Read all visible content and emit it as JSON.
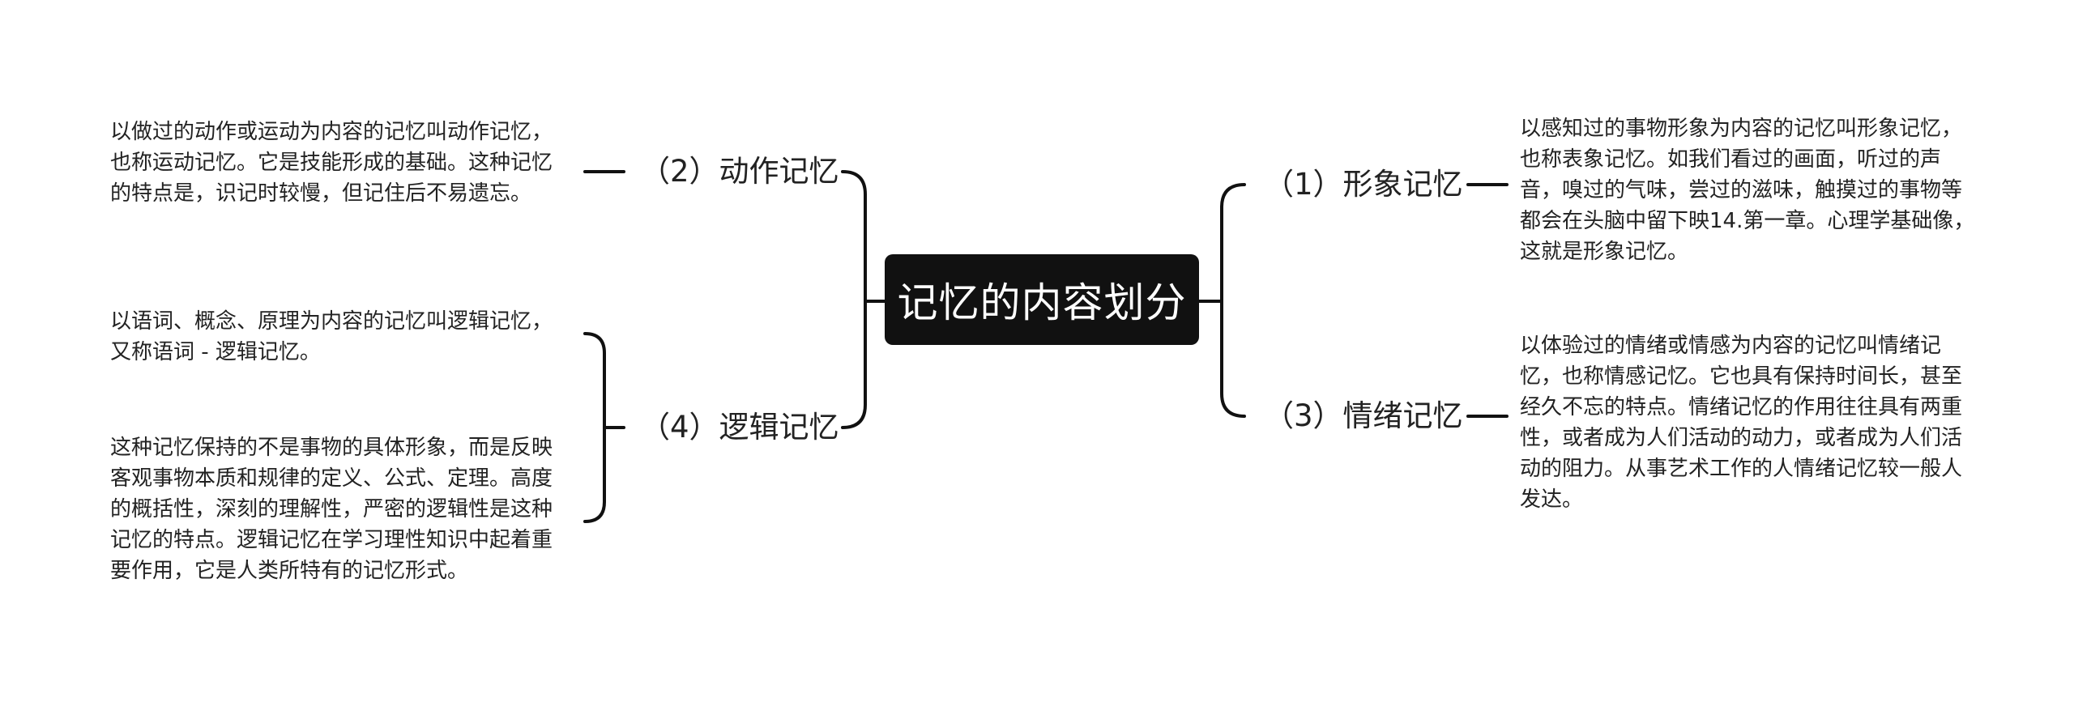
{
  "root": {
    "title": "记忆的内容划分"
  },
  "branches": {
    "xingxiang": {
      "label": "（1）形象记忆",
      "notes": [
        "以感知过的事物形象为内容的记忆叫形象记忆，也称表象记忆。如我们看过的画面，听过的声音，嗅过的气味，尝过的滋味，触摸过的事物等都会在头脑中留下映14.第一章。心理学基础像，这就是形象记忆。"
      ]
    },
    "dongzuo": {
      "label": "（2）动作记忆",
      "notes": [
        "以做过的动作或运动为内容的记忆叫动作记忆，也称运动记忆。它是技能形成的基础。这种记忆的特点是，识记时较慢，但记住后不易遗忘。"
      ]
    },
    "qingxu": {
      "label": "（3）情绪记忆",
      "notes": [
        "以体验过的情绪或情感为内容的记忆叫情绪记忆，也称情感记忆。它也具有保持时间长，甚至经久不忘的特点。情绪记忆的作用往往具有两重性，或者成为人们活动的动力，或者成为人们活动的阻力。从事艺术工作的人情绪记忆较一般人发达。"
      ]
    },
    "luoji": {
      "label": "（4）逻辑记忆",
      "notes": [
        "以语词、概念、原理为内容的记忆叫逻辑记忆，又称语词 - 逻辑记忆。",
        "这种记忆保持的不是事物的具体形象，而是反映客观事物本质和规律的定义、公式、定理。高度的概括性，深刻的理解性，严密的逻辑性是这种记忆的特点。逻辑记忆在学习理性知识中起着重要作用，它是人类所特有的记忆形式。"
      ]
    }
  },
  "colors": {
    "line": "#111111",
    "root_bg": "#111111",
    "root_text": "#ffffff",
    "text": "#222222",
    "background": "#ffffff"
  }
}
